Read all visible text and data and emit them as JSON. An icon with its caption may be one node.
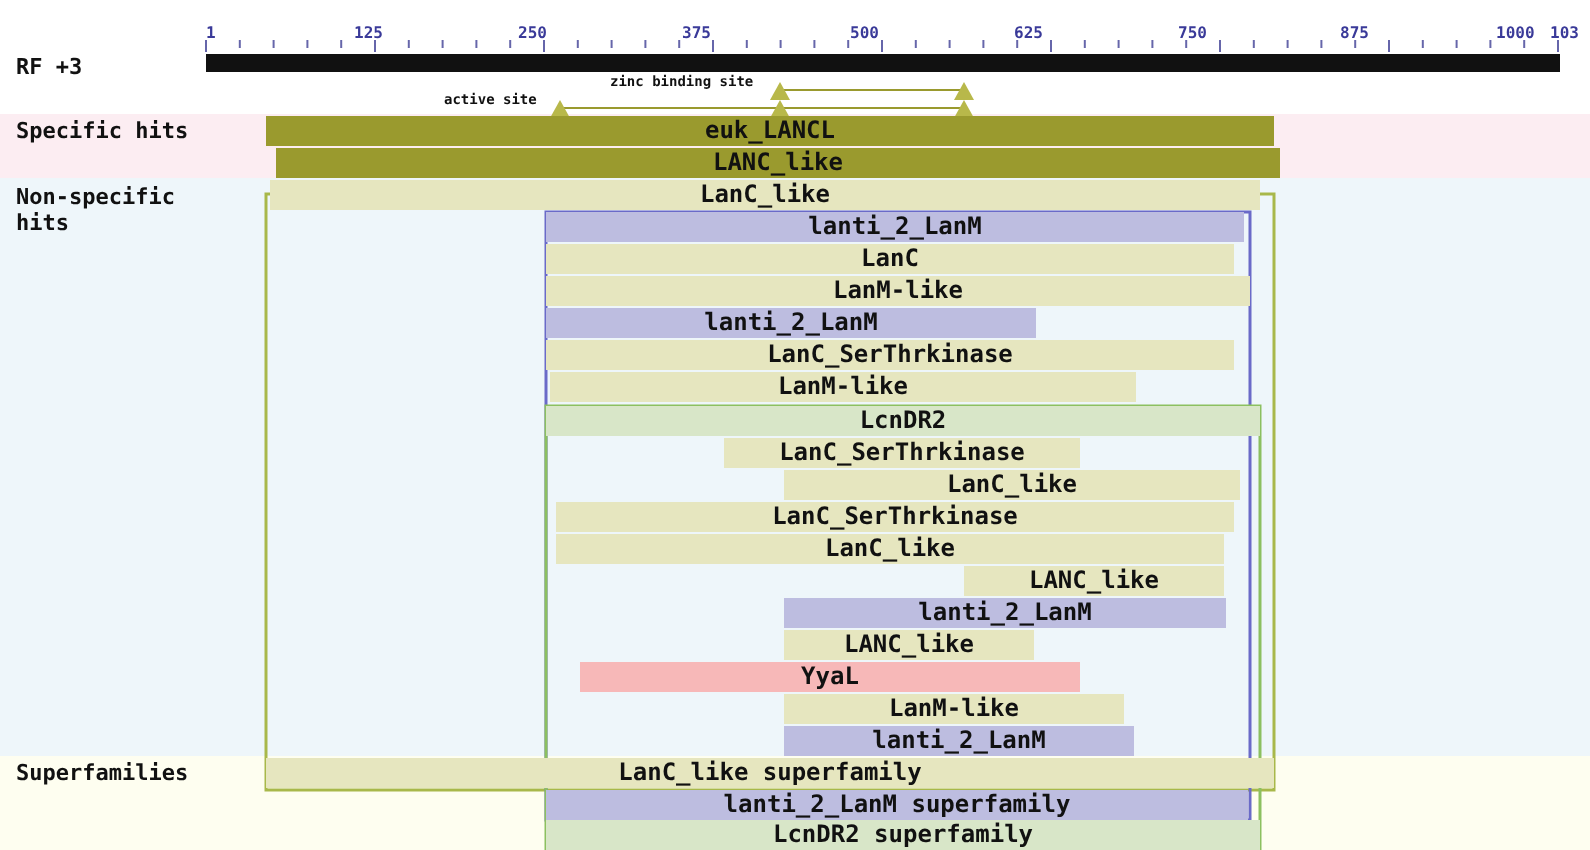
{
  "diagram": {
    "nodes": [
      {
        "text": [
          "euk_LANCL"
        ]
      },
      {
        "text": [
          "LANC_like"
        ]
      },
      {
        "text": [
          "LanC_like"
        ]
      },
      {
        "text": [
          "lanti_2_LanM"
        ]
      },
      {
        "text": [
          "LanC"
        ]
      },
      {
        "text": [
          "LanM-like"
        ]
      },
      {
        "text": [
          "lanti_2_LanM"
        ]
      },
      {
        "text": [
          "LanC_SerThrkinase"
        ]
      },
      {
        "text": [
          "LanM-like"
        ]
      },
      {
        "text": [
          "LcnDR2"
        ]
      },
      {
        "text": [
          "LanC_SerThrkinase"
        ]
      },
      {
        "text": [
          "LanC_like"
        ]
      },
      {
        "text": [
          "LanC_SerThrkinase"
        ]
      },
      {
        "text": [
          "LanC_like"
        ]
      },
      {
        "text": [
          "LANC_like"
        ]
      },
      {
        "text": [
          "lanti_2_LanM"
        ]
      },
      {
        "text": [
          "LANC_like"
        ]
      },
      {
        "text": [
          "YyaL"
        ]
      },
      {
        "text": [
          "LanM-like"
        ]
      },
      {
        "text": [
          "lanti_2_LanM"
        ]
      },
      {
        "text": [
          "LanC_like superfamily"
        ]
      },
      {
        "text": [
          "lanti_2_LanM superfamily"
        ]
      },
      {
        "text": [
          "LcnDR2 superfamily"
        ]
      }
    ],
    "labels": [
      "1",
      "125",
      "250",
      "375",
      "500",
      "625",
      "750",
      "875",
      "1000",
      "103",
      "RF +3",
      "zinc binding site",
      "active site",
      "Specific hits",
      "Non-specific hits",
      "Superfamilies"
    ]
  }
}
